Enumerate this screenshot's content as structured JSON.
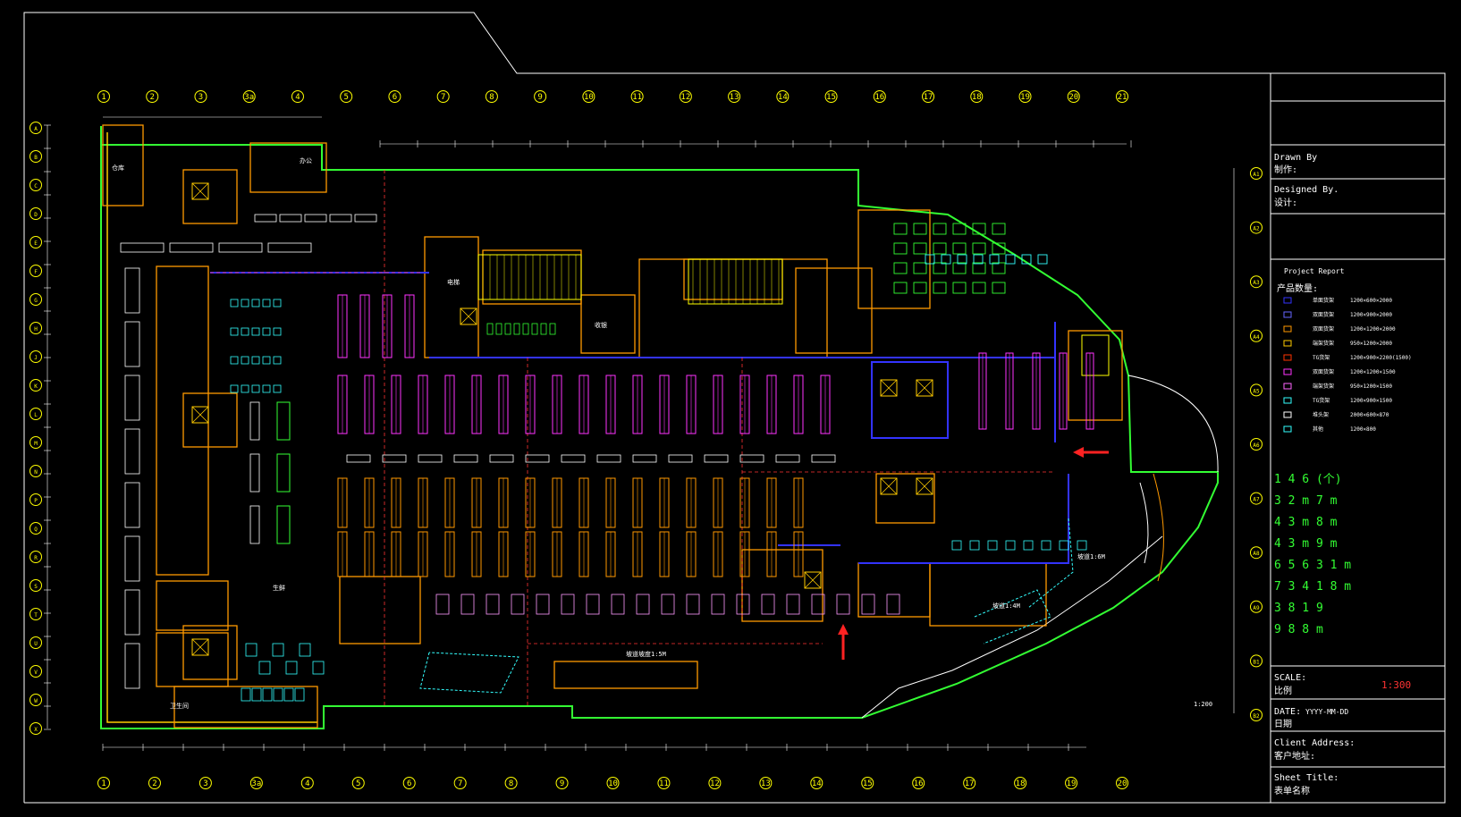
{
  "title_block": {
    "drawn_by_en": "Drawn By",
    "drawn_by_cn": "制作:",
    "designed_by_en": "Designed By.",
    "designed_by_cn": "设计:",
    "project_report": "Project Report",
    "project_report_cn": "产品数量:",
    "scale_en": "SCALE:",
    "scale_cn": "比例",
    "scale_value": "1:300",
    "date_en": "DATE:",
    "date_cn": "日期",
    "date_value": "YYYY-MM-DD",
    "client_en": "Client Address:",
    "client_cn": "客户地址:",
    "sheet_en": "Sheet Title:",
    "sheet_cn": "表单名称"
  },
  "legend": [
    {
      "color": "#3333ff",
      "name": "单面货架",
      "spec": "1200×600×2000"
    },
    {
      "color": "#6666ff",
      "name": "双面货架",
      "spec": "1200×900×2000"
    },
    {
      "color": "#ff9900",
      "name": "双面货架",
      "spec": "1200×1200×2000"
    },
    {
      "color": "#ffcc00",
      "name": "端架货架",
      "spec": "950×1200×2000"
    },
    {
      "color": "#ff3300",
      "name": "TG货架",
      "spec": "1200×900×2200(1500)"
    },
    {
      "color": "#ff33ff",
      "name": "双面货架",
      "spec": "1200×1200×1500"
    },
    {
      "color": "#ff66ff",
      "name": "端架货架",
      "spec": "950×1200×1500"
    },
    {
      "color": "#33ffff",
      "name": "TG货架",
      "spec": "1200×900×1500"
    },
    {
      "color": "#ffffff",
      "name": "堆头架",
      "spec": "2000×600×870"
    },
    {
      "color": "#33ffff",
      "name": "其他",
      "spec": "1200×800"
    }
  ],
  "stats": [
    "1 4 6 (个)",
    "3 2 m 7 m",
    "4 3 m 8 m",
    "4 3 m 9 m",
    "6 5 6 3 1 m",
    "7 3 4 1 8 m",
    "3 8 1 9",
    "9 8 8 m"
  ],
  "axis_top": [
    "1",
    "2",
    "3",
    "3a",
    "4",
    "5",
    "6",
    "7",
    "8",
    "9",
    "10",
    "11",
    "12",
    "13",
    "14",
    "15",
    "16",
    "17",
    "18",
    "19",
    "20",
    "21"
  ],
  "axis_bottom": [
    "1",
    "2",
    "3",
    "3a",
    "4",
    "5",
    "6",
    "7",
    "8",
    "9",
    "10",
    "11",
    "12",
    "13",
    "14",
    "15",
    "16",
    "17",
    "18",
    "19",
    "20"
  ],
  "axis_left": [
    "A",
    "B",
    "C",
    "D",
    "E",
    "F",
    "G",
    "H",
    "J",
    "K",
    "L",
    "M",
    "N",
    "P",
    "Q",
    "R",
    "S",
    "T",
    "U",
    "V",
    "W",
    "X"
  ],
  "axis_right": [
    "A1",
    "A2",
    "A3",
    "A4",
    "A5",
    "A6",
    "A7",
    "A8",
    "A9",
    "B1",
    "B2"
  ],
  "labels": {
    "ramp_1": "坡道1:6M",
    "ramp_2": "坡道1:4M",
    "ramp_3": "坡道坡度1:5M",
    "scale_mark": "1:200",
    "office": "办公",
    "store": "仓库",
    "toilet": "卫生间",
    "elev": "电梯",
    "cash": "收银",
    "fresh": "生鲜"
  }
}
